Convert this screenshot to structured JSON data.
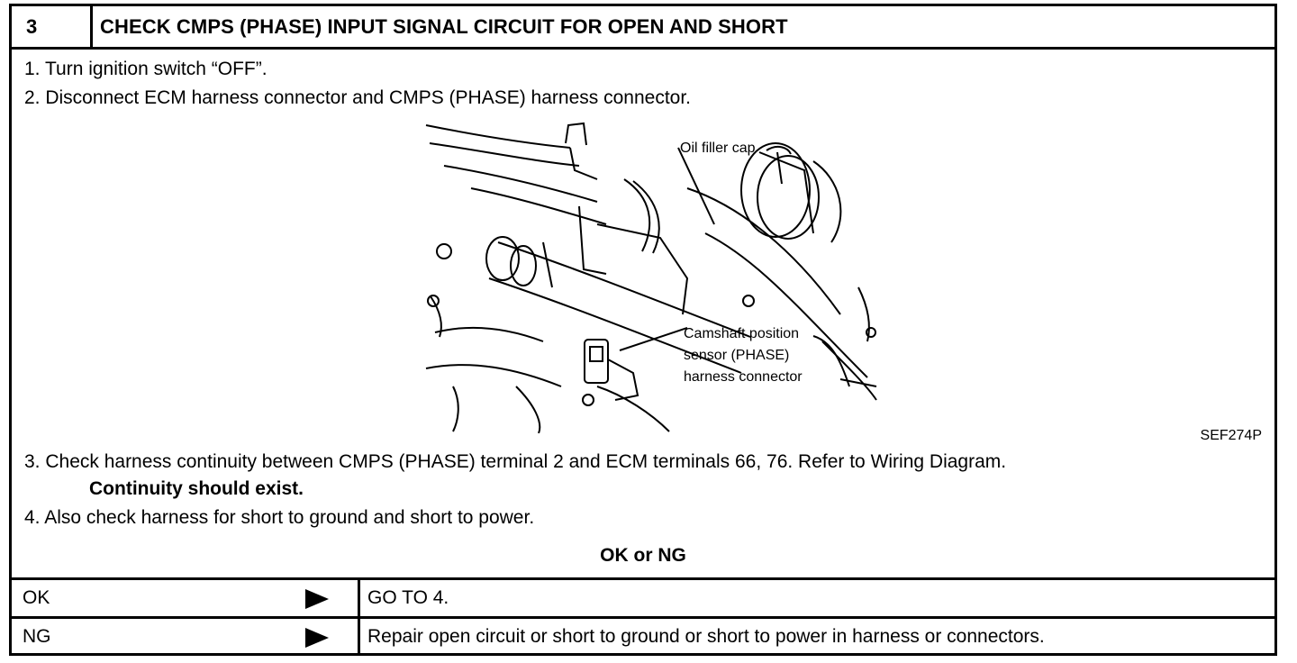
{
  "header": {
    "step": "3",
    "title": "CHECK CMPS (PHASE) INPUT SIGNAL CIRCUIT FOR OPEN AND SHORT"
  },
  "steps": [
    "1. Turn ignition switch “OFF”.",
    "2. Disconnect ECM harness connector and CMPS (PHASE) harness connector.",
    "3. Check harness continuity between CMPS (PHASE) terminal 2 and ECM terminals 66, 76. Refer to Wiring Diagram.",
    "Continuity should exist.",
    "4. Also check harness for short to ground and short to power."
  ],
  "figure": {
    "label_oil": "Oil filler cap",
    "label_cmps_1": "Camshaft position",
    "label_cmps_2": "sensor (PHASE)",
    "label_cmps_3": "harness connector",
    "code": "SEF274P"
  },
  "decision": {
    "prompt": "OK or NG",
    "rows": [
      {
        "label": "OK",
        "result": "GO TO 4."
      },
      {
        "label": "NG",
        "result": "Repair open circuit or short to ground or short to power in harness or connectors."
      }
    ]
  }
}
